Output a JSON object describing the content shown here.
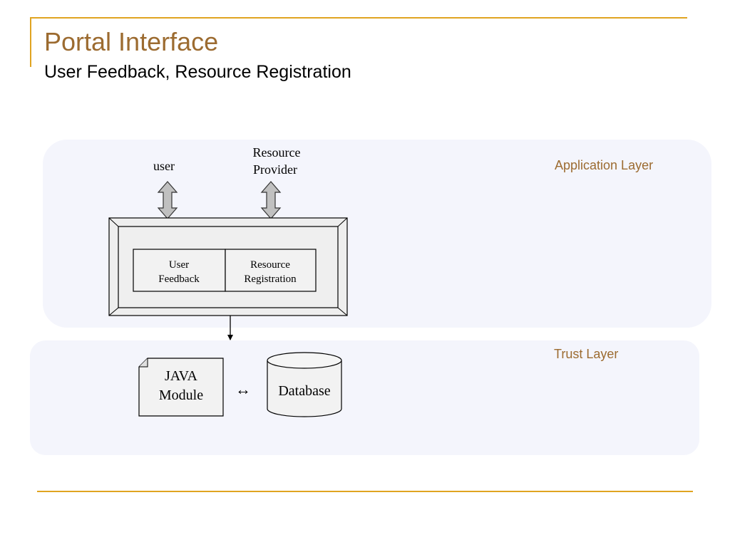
{
  "slide": {
    "title": "Portal Interface",
    "subtitle": "User Feedback, Resource Registration"
  },
  "layers": {
    "application": "Application Layer",
    "trust": "Trust Layer"
  },
  "actors": {
    "user": "user",
    "provider_line1": "Resource",
    "provider_line2": "Provider"
  },
  "portal": {
    "feedback_line1": "User",
    "feedback_line2": "Feedback",
    "registration_line1": "Resource",
    "registration_line2": "Registration"
  },
  "trust": {
    "java_line1": "JAVA",
    "java_line2": "Module",
    "bidirectional_arrow": "↔",
    "database": "Database"
  },
  "colors": {
    "accent_rule": "#e0a421",
    "title": "#9c6b30",
    "layer_bg": "#f4f5fc",
    "box_fill": "#eeeeee",
    "arrow_fill": "#c0c0c0"
  }
}
